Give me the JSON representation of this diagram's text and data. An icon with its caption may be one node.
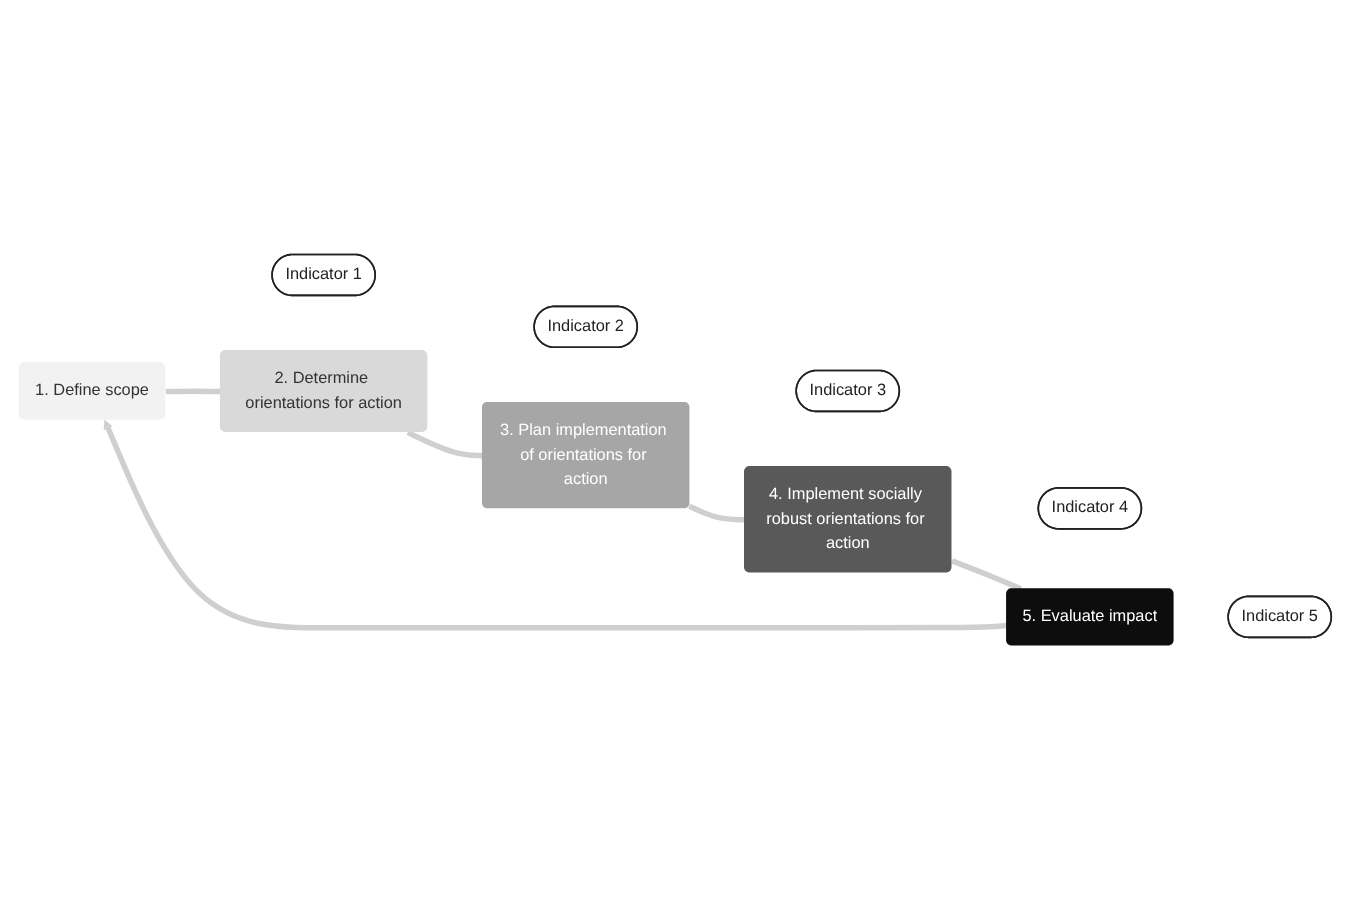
{
  "diagram": {
    "nodes": [
      {
        "text": [
          "1. Define scope"
        ]
      },
      {
        "text": [
          "Indicator 1"
        ]
      },
      {
        "text": [
          "2. Determine orientations for action"
        ]
      },
      {
        "text": [
          "Indicator 2"
        ]
      },
      {
        "text": [
          "3. Plan implementation of orientations for action"
        ]
      },
      {
        "text": [
          "Indicator 3"
        ]
      },
      {
        "text": [
          "4. Implement socially robust orientations for action"
        ]
      },
      {
        "text": [
          "Indicator 4"
        ]
      },
      {
        "text": [
          "5. Evaluate impact"
        ]
      },
      {
        "text": [
          "Indicator 5"
        ]
      }
    ],
    "edges": [
      {
        "from": 0,
        "to": 2,
        "arrow": "none"
      },
      {
        "from": 2,
        "to": 4,
        "arrow": "none"
      },
      {
        "from": 4,
        "to": 6,
        "arrow": "none"
      },
      {
        "from": 6,
        "to": 8,
        "arrow": "none"
      },
      {
        "from": 8,
        "to": 0,
        "arrow": "to"
      }
    ]
  }
}
